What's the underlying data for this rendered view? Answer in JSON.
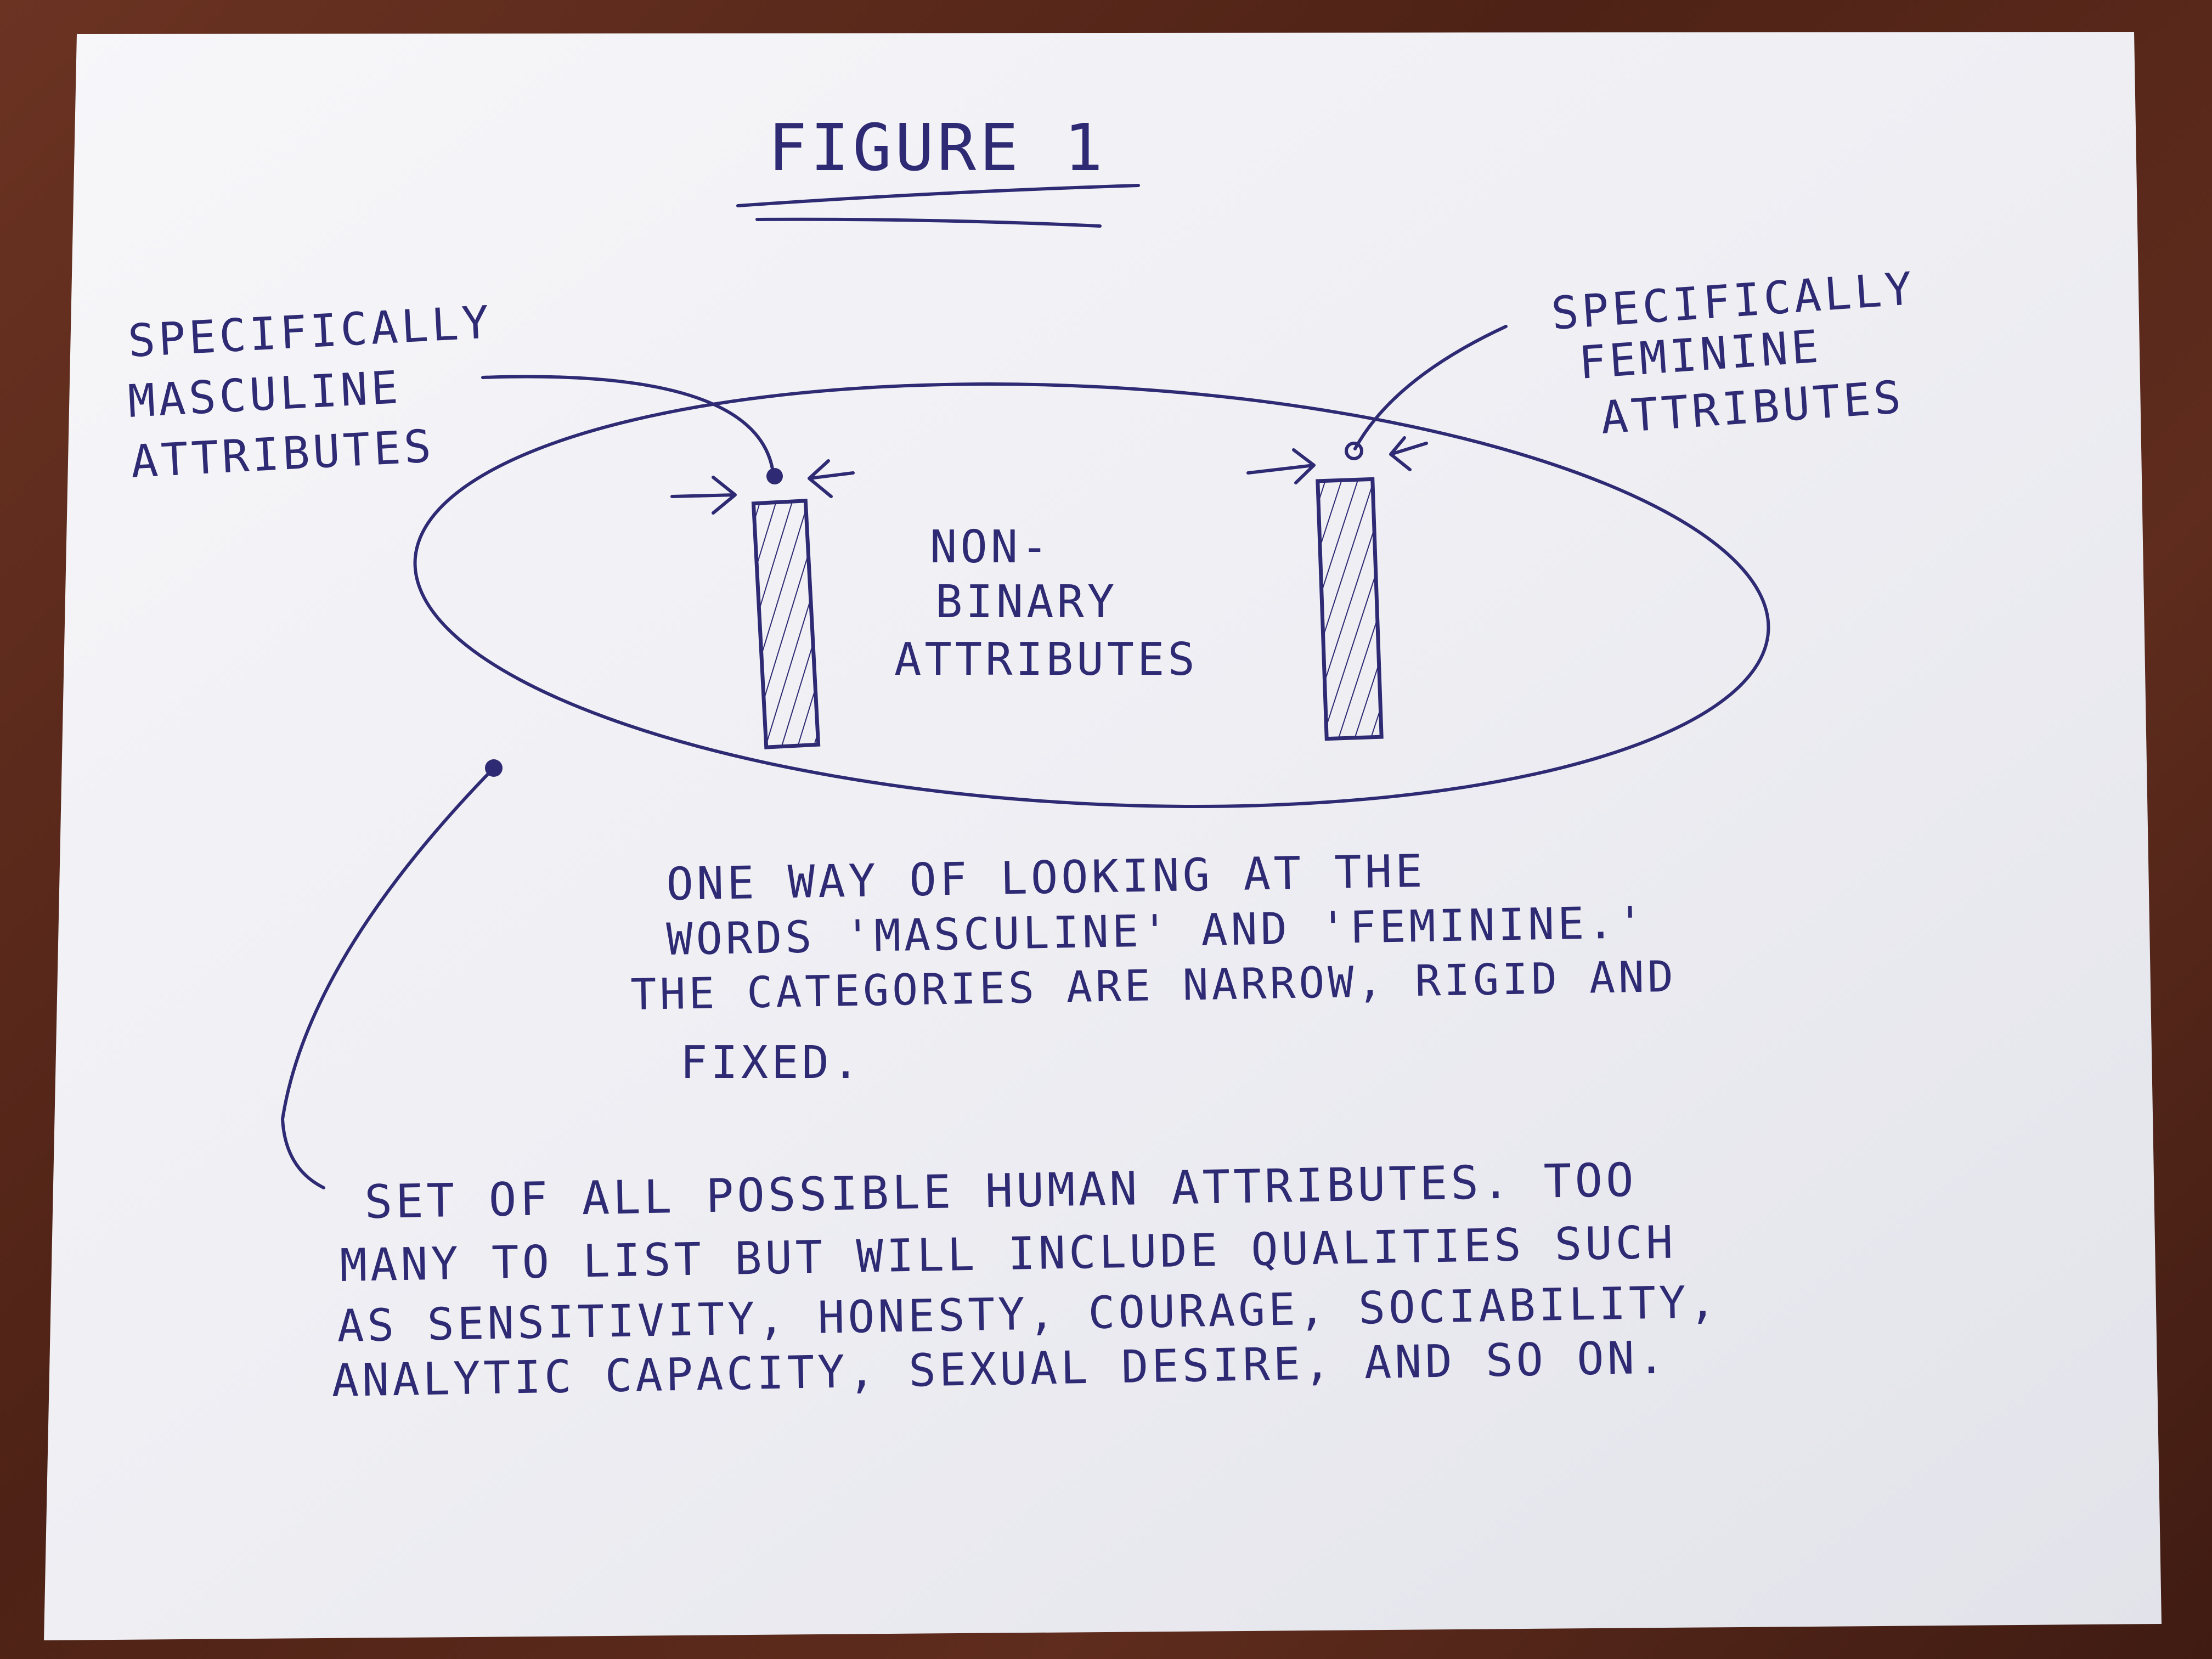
{
  "figure": {
    "title": "FIGURE 1",
    "colors": {
      "ink": "#2e2a73",
      "paper": "#f3f3f6",
      "table": "#5a2a1c"
    }
  },
  "labels": {
    "masculine": [
      "SPECIFICALLY",
      "MASCULINE",
      "ATTRIBUTES"
    ],
    "feminine": [
      "SPECIFICALLY",
      "FEMININE",
      "ATTRIBUTES"
    ],
    "nonbinary": [
      "NON-",
      "BINARY",
      "ATTRIBUTES"
    ]
  },
  "captions": {
    "middle": [
      "ONE WAY OF LOOKING AT THE",
      "WORDS 'MASCULINE' AND 'FEMININE.'",
      "THE CATEGORIES ARE NARROW, RIGID AND",
      "FIXED."
    ],
    "bottom": [
      "SET OF ALL POSSIBLE HUMAN ATTRIBUTES. TOO",
      "MANY TO LIST BUT WILL INCLUDE QUALITIES SUCH",
      "AS SENSITIVITY, HONESTY, COURAGE, SOCIABILITY,",
      "ANALYTIC CAPACITY, SEXUAL DESIRE, AND SO ON."
    ]
  }
}
